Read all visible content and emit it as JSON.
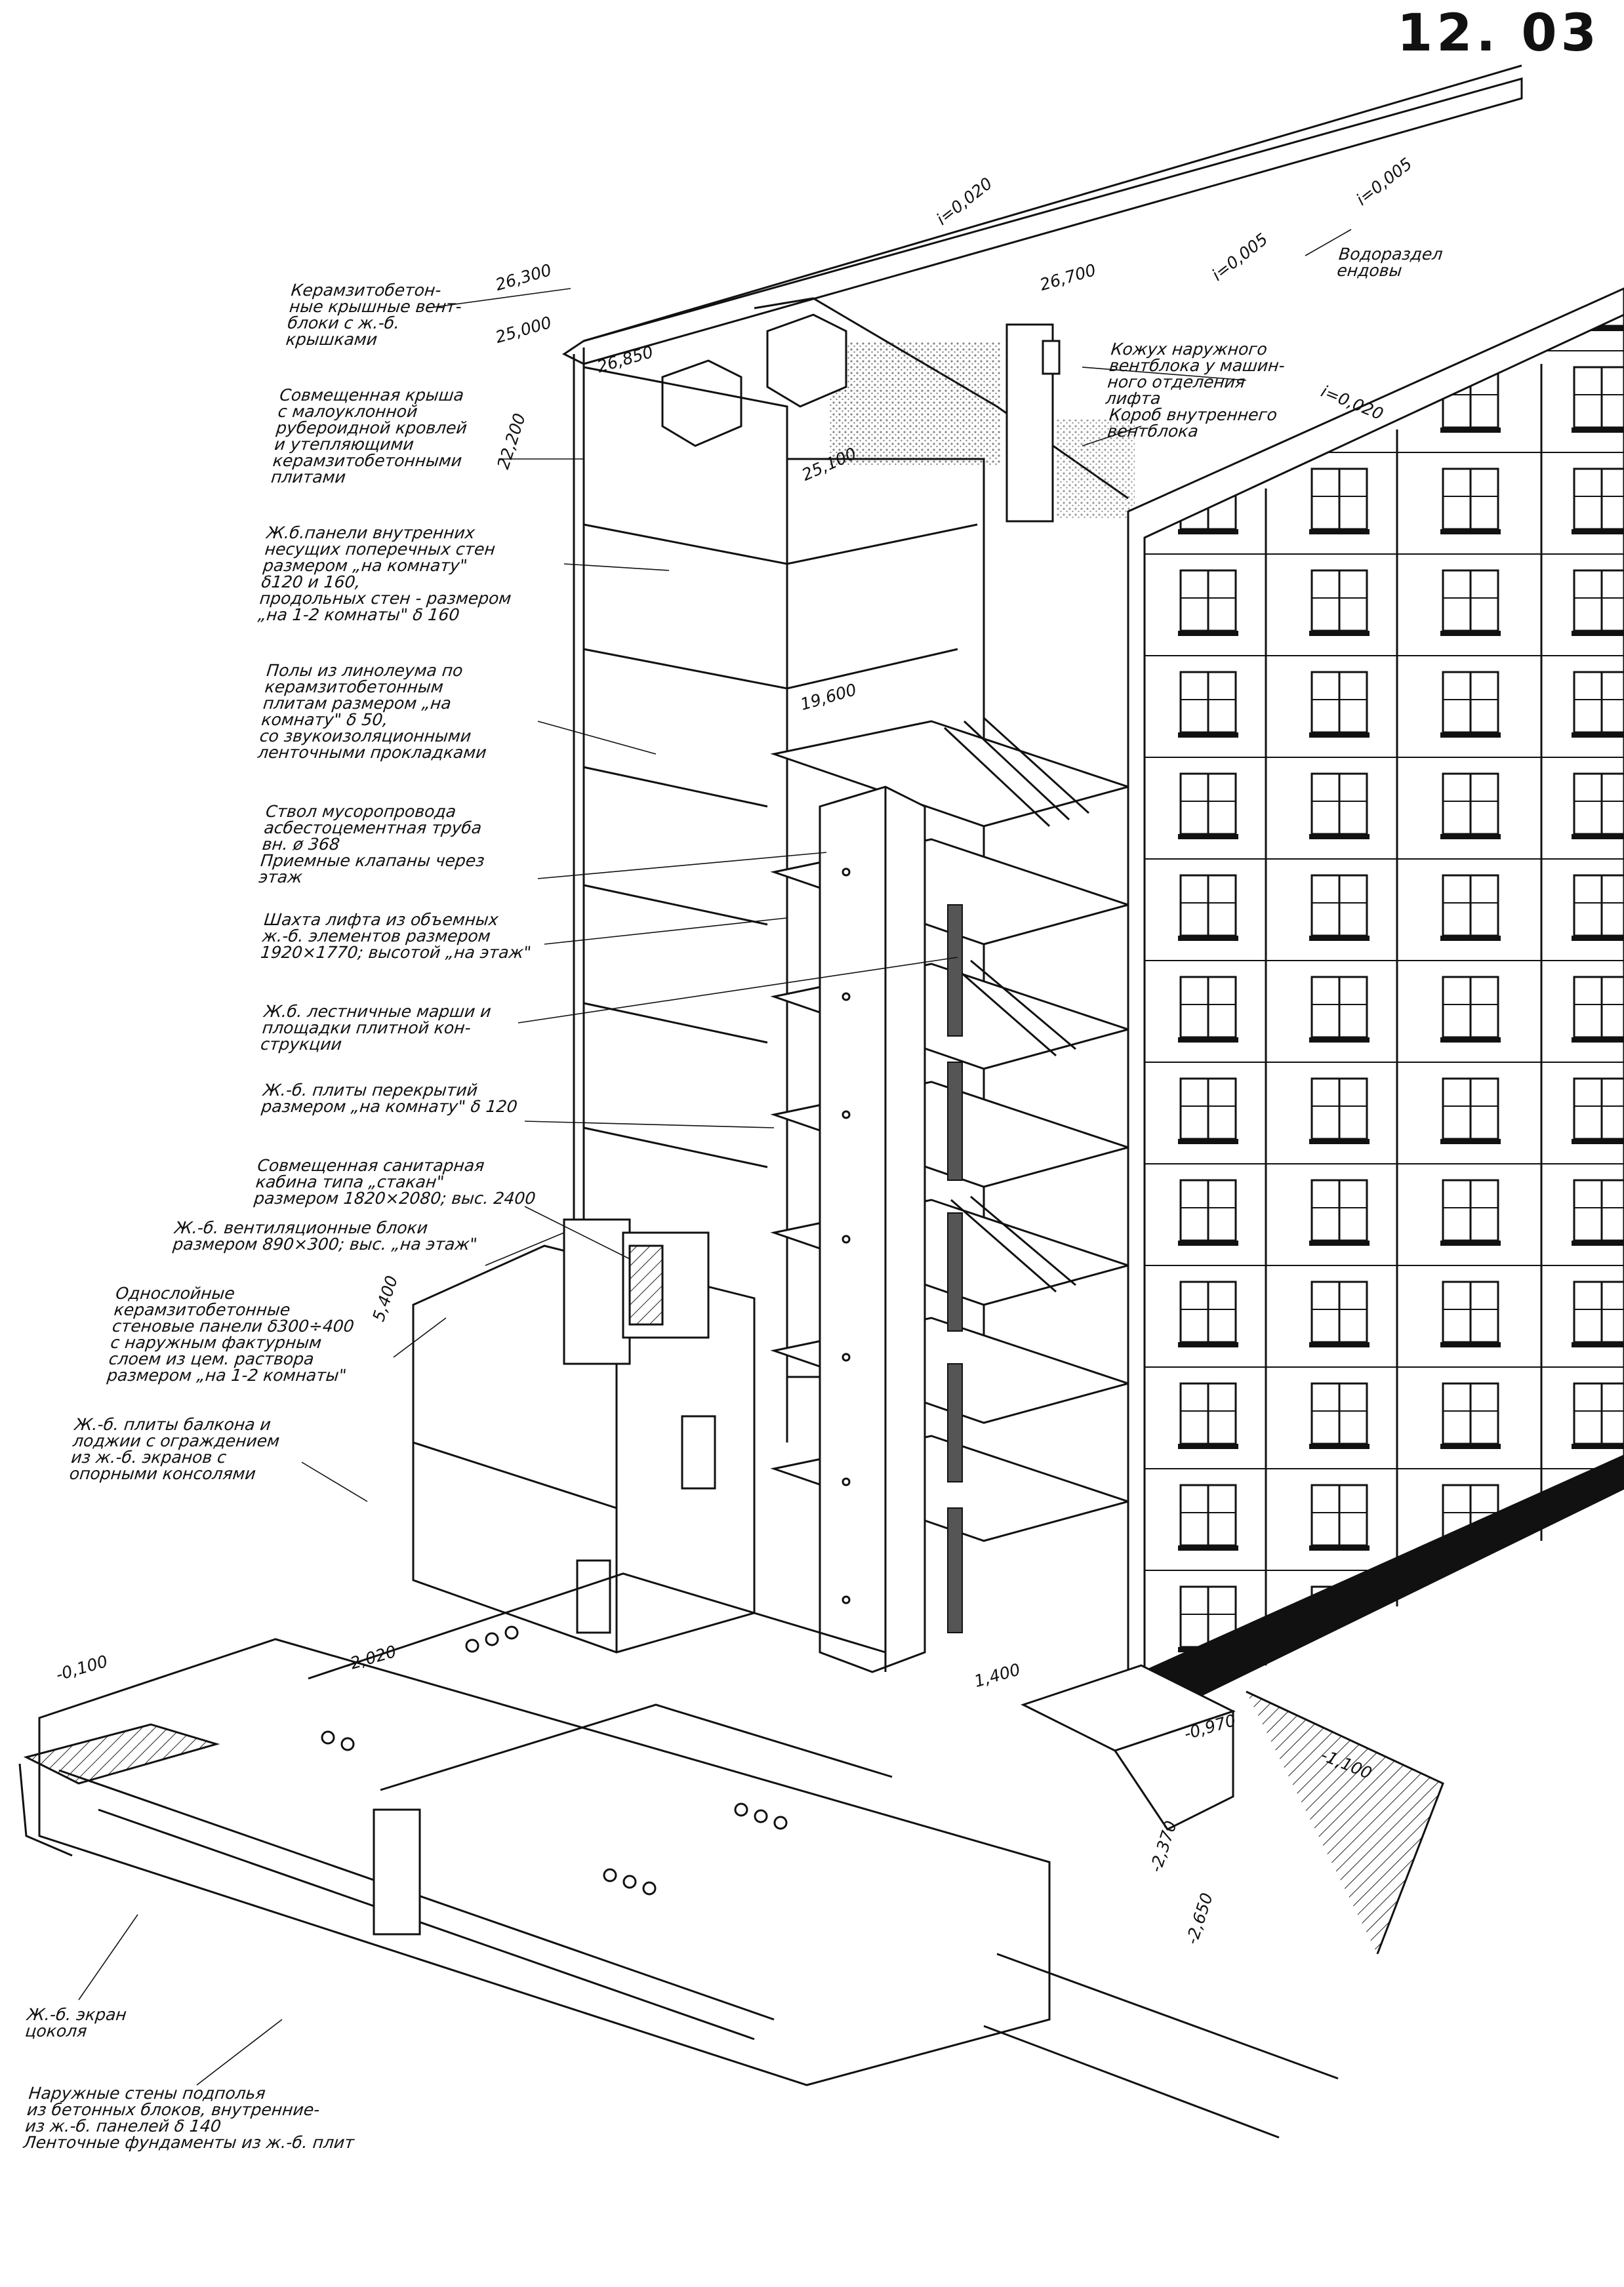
{
  "sheet_number": "12. 03",
  "annotations": {
    "roof_vent_blocks": "Керамзитобетон-\nные крышные вент-\nблоки с ж.-б.\nкрышками",
    "combined_roof": "Совмещенная крыша\nс малоуклонной\nрубероидной кровлей\nи утепляющими\nкерамзитобетонными\nплитами",
    "bearing_wall_panels": "Ж.б.панели внутренних\nнесущих поперечных стен\nразмером „на комнату\"\nδ120 и 160,\nпродольных стен - размером\n„на 1-2 комнаты\" δ 160",
    "linoleum_floors": "Полы из линолеума по\nкерамзитобетонным\nплитам размером „на\nкомнату\" δ 50,\nсо звукоизоляционными\nленточными прокладками",
    "garbage_chute": "Ствол мусоропровода\nасбестоцементная труба\nвн. ø 368\nПриемные клапаны через\nэтаж",
    "lift_shaft": "Шахта лифта из объемных\nж.-б. элементов размером\n1920×1770; высотой „на этаж\"",
    "stair_flights": "Ж.б. лестничные марши и\nплощадки плитной кон-\nструкции",
    "floor_slabs": "Ж.-б. плиты перекрытий\nразмером „на комнату\" δ 120",
    "sanitary_cabin": "Совмещенная санитарная\nкабина типа „стакан\"\nразмером 1820×2080; выс. 2400",
    "vent_blocks": "Ж.-б. вентиляционные блоки\nразмером 890×300; выс. „на этаж\"",
    "exterior_wall_panels": "Однослойные\nкерамзитобетонные\nстеновые панели δ300÷400\nс наружным фактурным\nслоем из цем. раствора\nразмером „на 1-2 комнаты\"",
    "balcony_slabs": "Ж.-б. плиты балкона и\nлоджии с ограждением\nиз ж.-б. экранов с\nопорными консолями",
    "plinth_screen": "Ж.-б. экран\nцоколя",
    "basement_walls": "Наружные стены подполья\nиз бетонных блоков, внутренние-\nиз ж.-б. панелей δ 140\nЛенточные фундаменты из ж.-б. плит",
    "lift_vent_casing": "Кожух наружного\nвентблока у машин-\nного отделения\nлифта",
    "inner_vent_box": "Короб внутреннего\nвентблока",
    "watershed": "Водораздел\nендовы"
  },
  "dimensions": {
    "d26300": "26,300",
    "d25000": "25,000",
    "d26850": "26,850",
    "d22200": "22,200",
    "d25100": "25,100",
    "d26700": "26,700",
    "d19600": "19,600",
    "d5400": "5,400",
    "dm2020": "-2,020",
    "dm0100": "-0,100",
    "d1400": "1,400",
    "dm0970": "-0,970",
    "dm1100": "-1,100",
    "dm2370": "-2,370",
    "dm2650": "-2,650"
  },
  "slopes": {
    "s1": "i=0,020",
    "s2": "i=0,005",
    "s3": "i=0,005",
    "s4": "i=0,020"
  }
}
